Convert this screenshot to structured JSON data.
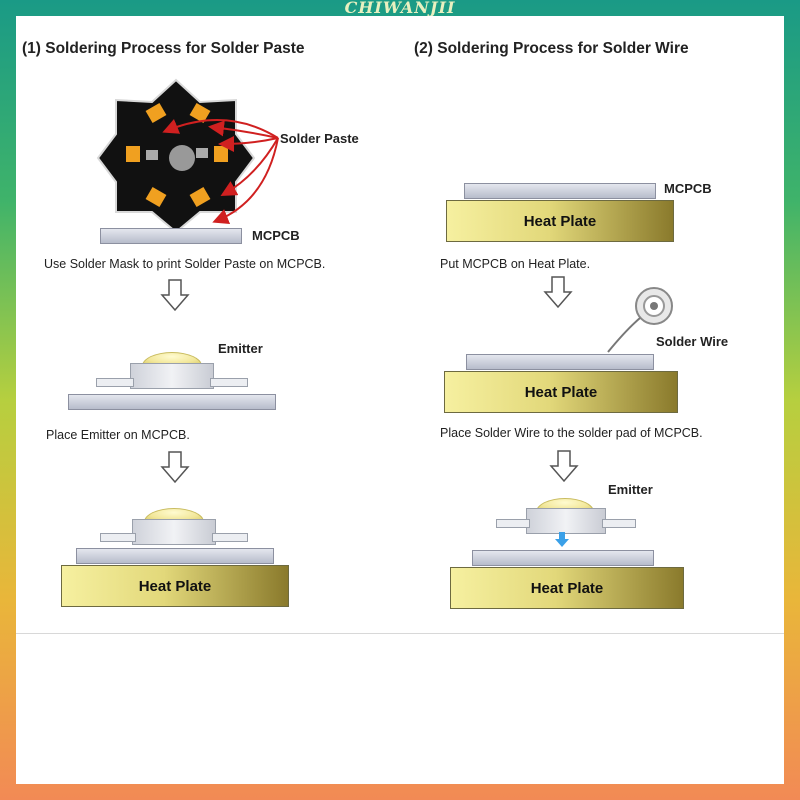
{
  "watermark": "CHIWANJII",
  "left": {
    "title": "(1) Soldering Process for Solder Paste",
    "label_solder_paste": "Solder Paste",
    "label_mcpcb": "MCPCB",
    "step1": "Use Solder Mask to print Solder Paste on MCPCB.",
    "label_emitter": "Emitter",
    "step2": "Place Emitter on MCPCB.",
    "heat_plate": "Heat Plate"
  },
  "right": {
    "title": "(2) Soldering Process for Solder Wire",
    "label_mcpcb": "MCPCB",
    "heat_plate_1": "Heat Plate",
    "step1": "Put MCPCB on Heat Plate.",
    "label_solder_wire": "Solder Wire",
    "heat_plate_2": "Heat Plate",
    "step2": "Place Solder Wire to the solder pad of MCPCB.",
    "label_emitter": "Emitter",
    "heat_plate_3": "Heat Plate"
  },
  "colors": {
    "pad": "#f0a020",
    "star": "#111111",
    "arrow": "#d02020",
    "drop": "#3aa0e8"
  }
}
